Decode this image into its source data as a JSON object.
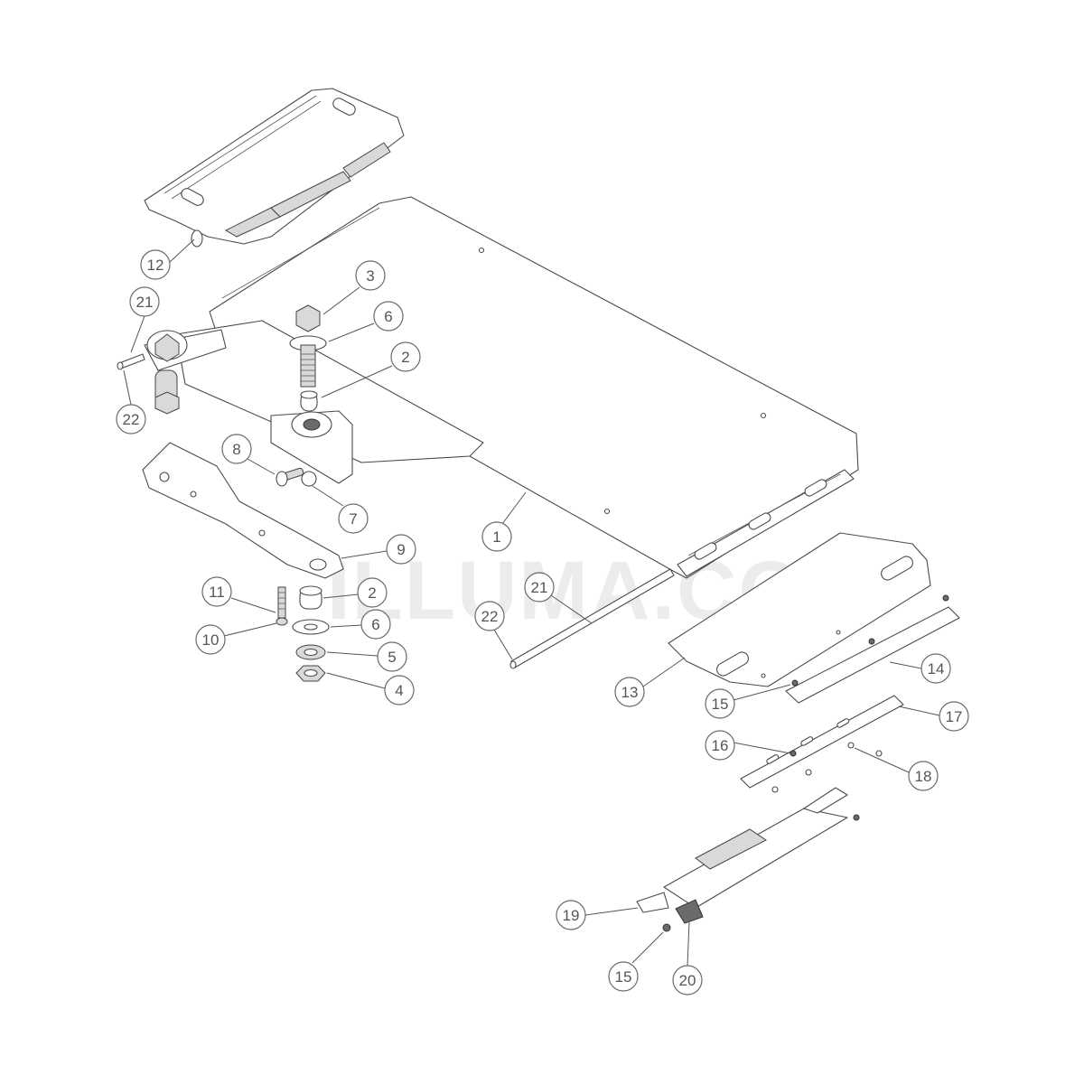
{
  "watermark": {
    "text": "ILLUMA.COM"
  },
  "callouts": [
    {
      "label": "12"
    },
    {
      "label": "21"
    },
    {
      "label": "22"
    },
    {
      "label": "3"
    },
    {
      "label": "6"
    },
    {
      "label": "2"
    },
    {
      "label": "8"
    },
    {
      "label": "7"
    },
    {
      "label": "1"
    },
    {
      "label": "9"
    },
    {
      "label": "11"
    },
    {
      "label": "2"
    },
    {
      "label": "10"
    },
    {
      "label": "6"
    },
    {
      "label": "5"
    },
    {
      "label": "4"
    },
    {
      "label": "21"
    },
    {
      "label": "22"
    },
    {
      "label": "13"
    },
    {
      "label": "14"
    },
    {
      "label": "15"
    },
    {
      "label": "17"
    },
    {
      "label": "16"
    },
    {
      "label": "18"
    },
    {
      "label": "19"
    },
    {
      "label": "15"
    },
    {
      "label": "20"
    }
  ]
}
